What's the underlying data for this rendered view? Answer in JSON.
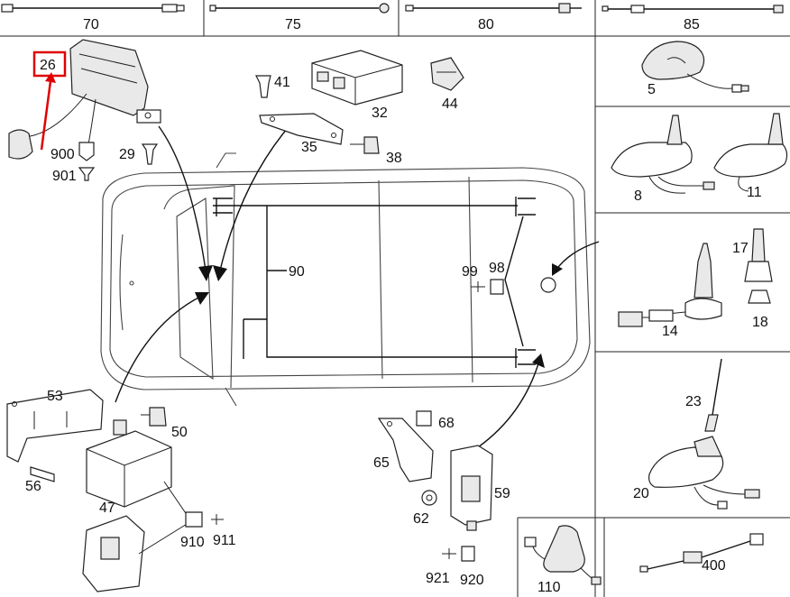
{
  "header_refs": [
    "70",
    "75",
    "80",
    "85"
  ],
  "highlighted_ref": "26",
  "highlight_color": "#e00000",
  "parts": {
    "p900": "900",
    "p901": "901",
    "p29": "29",
    "p41": "41",
    "p32": "32",
    "p44": "44",
    "p35": "35",
    "p38": "38",
    "p90": "90",
    "p99": "99",
    "p98": "98",
    "p53": "53",
    "p50": "50",
    "p56": "56",
    "p47": "47",
    "p910": "910",
    "p911": "911",
    "p65": "65",
    "p68": "68",
    "p59": "59",
    "p62": "62",
    "p921": "921",
    "p920": "920",
    "p5": "5",
    "p8": "8",
    "p11": "11",
    "p17": "17",
    "p14": "14",
    "p18": "18",
    "p23": "23",
    "p20": "20",
    "p110": "110",
    "p400": "400"
  }
}
